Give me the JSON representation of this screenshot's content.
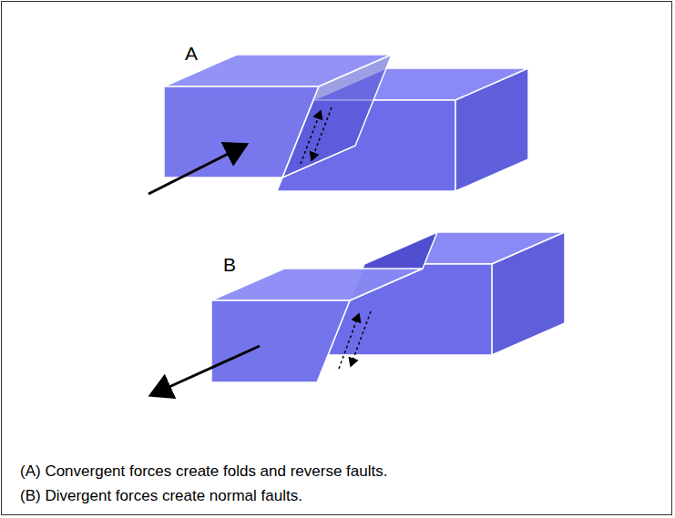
{
  "diagram": {
    "labels": [
      "A",
      "B",
      "(A) Convergent forces create folds and reverse faults.",
      "(B) Divergent forces create normal faults."
    ]
  }
}
